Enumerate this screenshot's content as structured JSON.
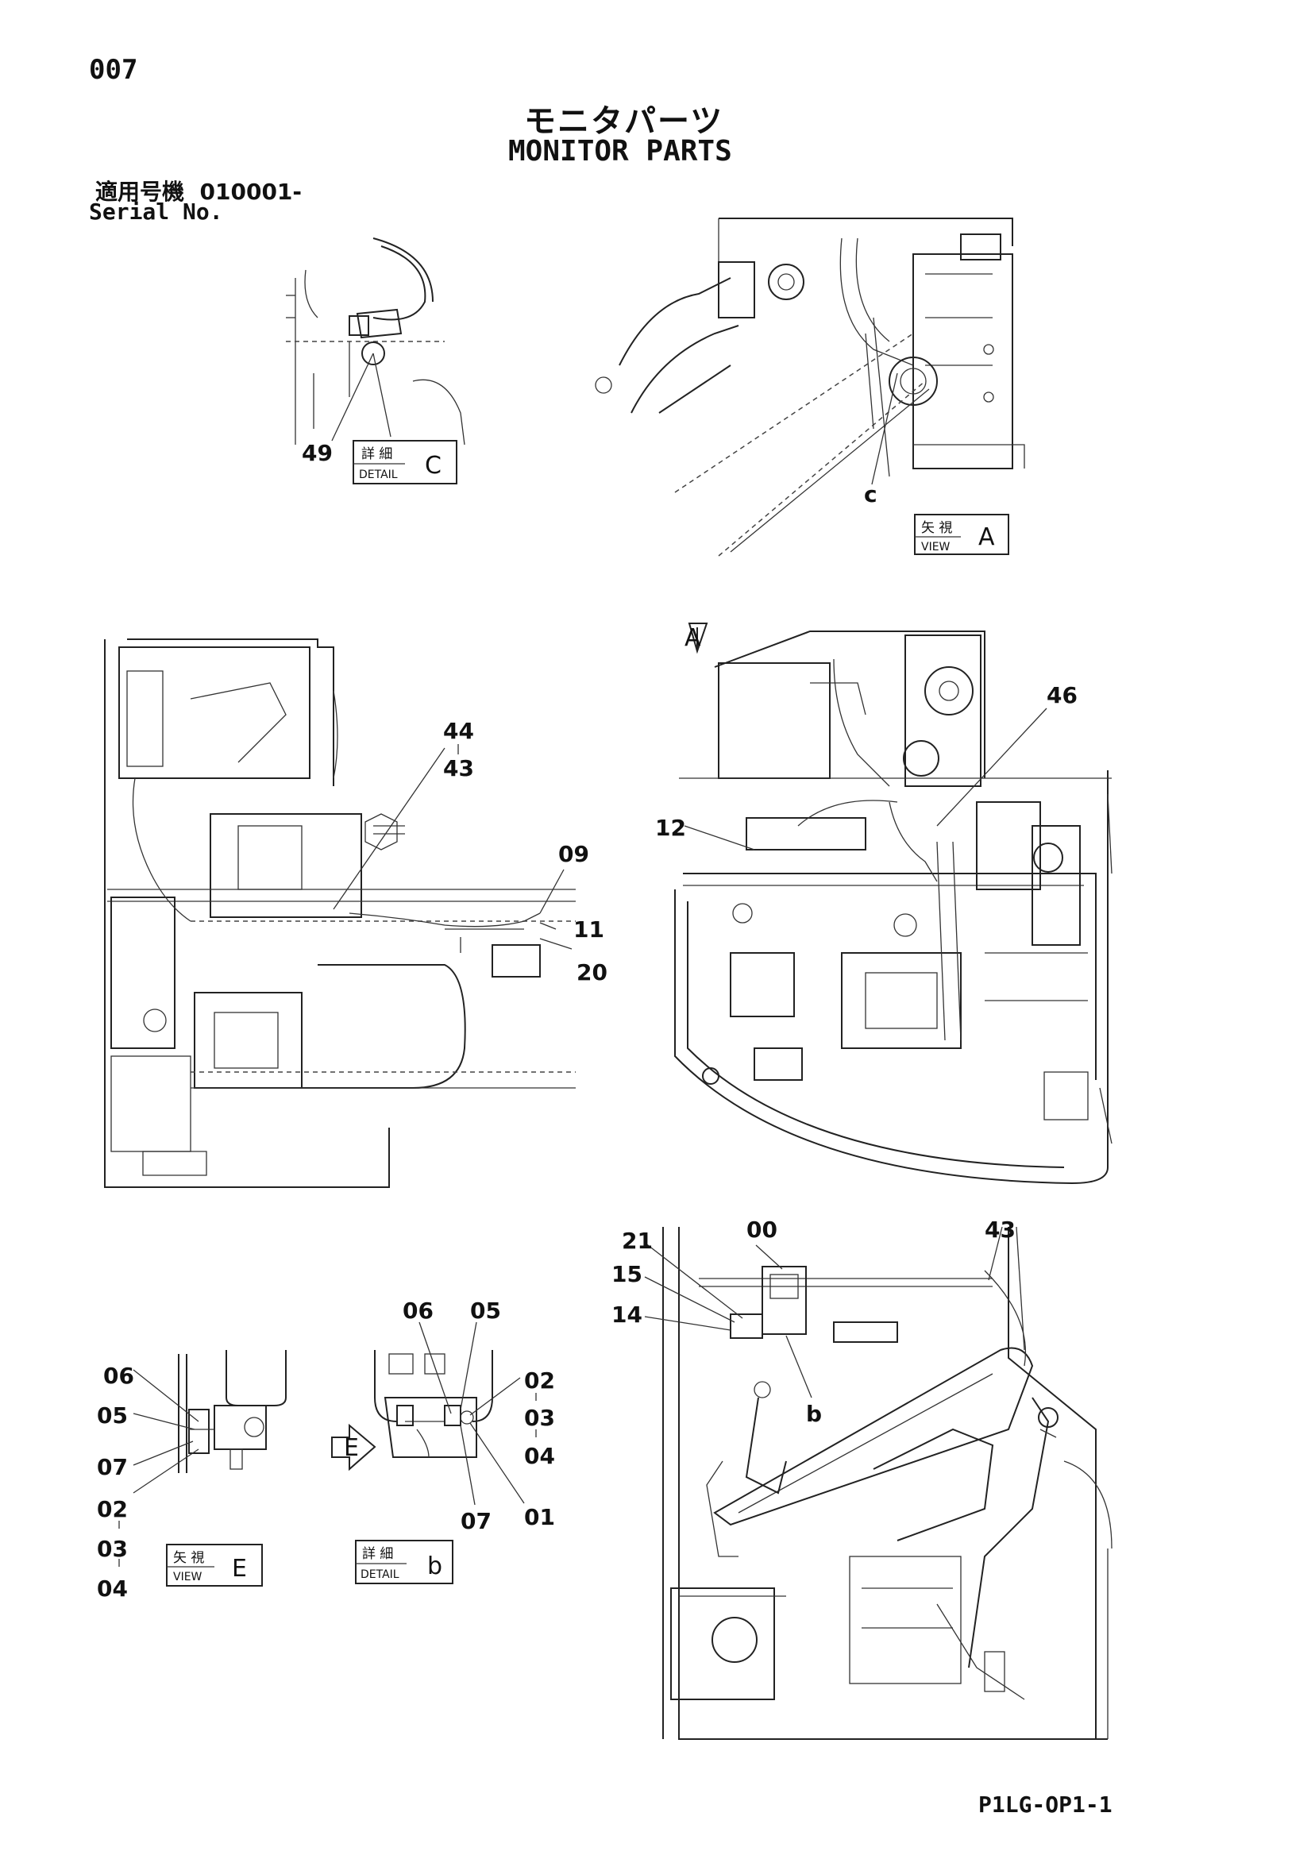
{
  "page_number": "007",
  "title_ja": "モニタパーツ",
  "title_en": "MONITOR PARTS",
  "serial_label_ja": "適用号機",
  "serial_value": "010001-",
  "serial_label_en": "Serial No.",
  "footer_code": "P1LG-OP1-1",
  "tags": {
    "detail_c": {
      "ja": "詳 細",
      "en": "DETAIL",
      "letter": "C"
    },
    "view_a": {
      "ja": "矢 視",
      "en": "VIEW",
      "letter": "A"
    },
    "view_e": {
      "ja": "矢 視",
      "en": "VIEW",
      "letter": "E"
    },
    "detail_b": {
      "ja": "詳 細",
      "en": "DETAIL",
      "letter": "b"
    }
  },
  "arrows": {
    "a": "A",
    "e": "E"
  },
  "letters": {
    "c": "c",
    "b": "b"
  },
  "callouts": {
    "detail_c": [
      "49"
    ],
    "view_a_lower": [
      "44",
      "43",
      "09",
      "11",
      "20"
    ],
    "view_a_right": [
      "46",
      "12"
    ],
    "cab": [
      "00",
      "43",
      "21",
      "15",
      "14"
    ],
    "view_e": [
      "06",
      "05",
      "07",
      "02",
      "03",
      "04"
    ],
    "detail_b": [
      "06",
      "05",
      "02",
      "03",
      "04",
      "07",
      "01"
    ]
  }
}
